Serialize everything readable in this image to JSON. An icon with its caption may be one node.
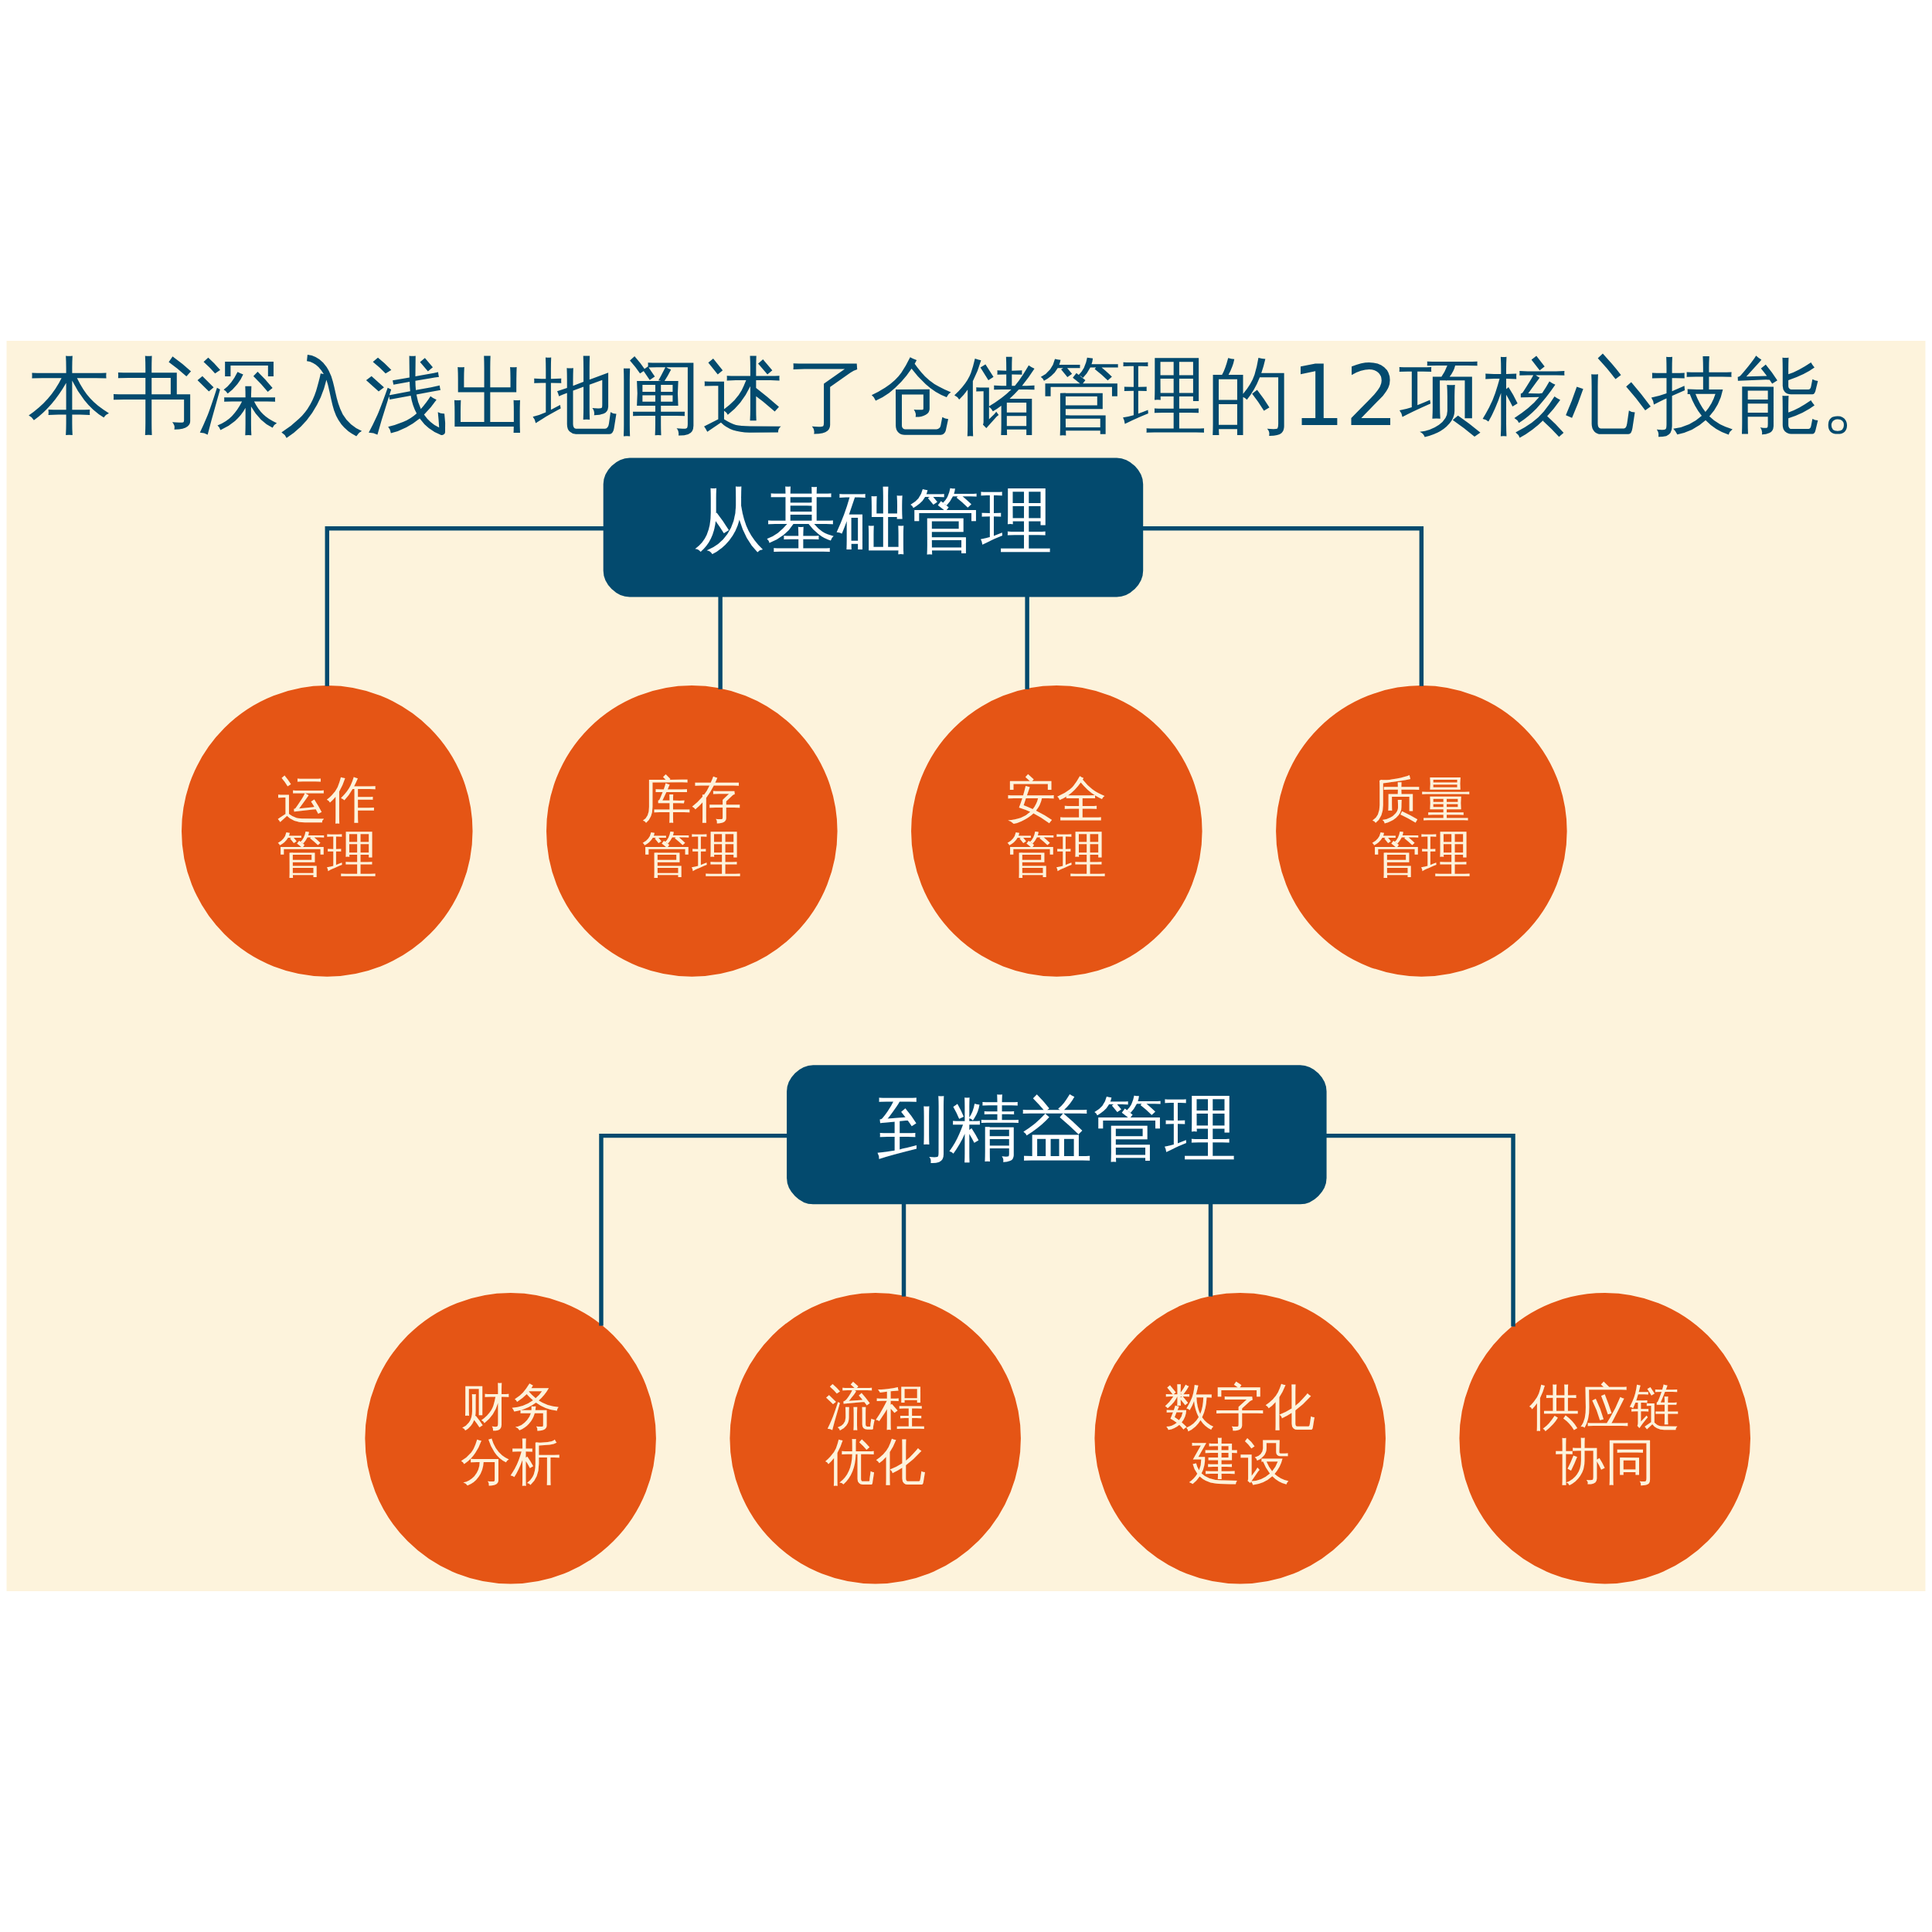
{
  "diagram": {
    "title": "本书深入浅出地阐述了仓储管理的12项核心技能。",
    "nodes": [
      {
        "text": [
          "从基础管理"
        ]
      },
      {
        "text": [
          "运作管理"
        ]
      },
      {
        "text": [
          "库存管理"
        ]
      },
      {
        "text": [
          "安全管理"
        ]
      },
      {
        "text": [
          "质量管理"
        ]
      },
      {
        "text": [
          "到精益管理"
        ]
      },
      {
        "text": [
          "财务分析"
        ]
      },
      {
        "text": [
          "流程优化"
        ]
      },
      {
        "text": [
          "数字化建设"
        ]
      },
      {
        "text": [
          "供应链协同"
        ]
      }
    ],
    "edges": [
      {
        "from": 0,
        "to": 1,
        "arrow": "none"
      },
      {
        "from": 0,
        "to": 2,
        "arrow": "none"
      },
      {
        "from": 0,
        "to": 3,
        "arrow": "none"
      },
      {
        "from": 0,
        "to": 4,
        "arrow": "none"
      },
      {
        "from": 5,
        "to": 6,
        "arrow": "none"
      },
      {
        "from": 5,
        "to": 7,
        "arrow": "none"
      },
      {
        "from": 5,
        "to": 8,
        "arrow": "none"
      },
      {
        "from": 5,
        "to": 9,
        "arrow": "none"
      }
    ]
  }
}
